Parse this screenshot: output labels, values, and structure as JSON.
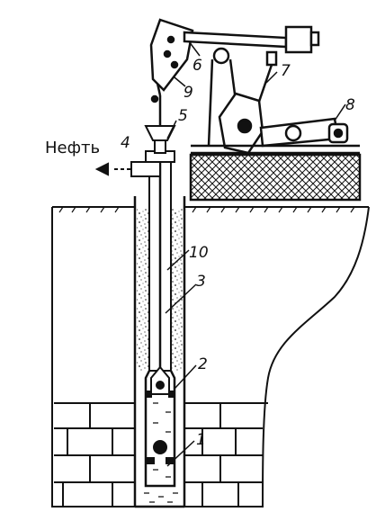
{
  "diagram": {
    "oil_label": "Нефть",
    "labels": {
      "l1": "1",
      "l2": "2",
      "l3": "3",
      "l4": "4",
      "l5": "5",
      "l6": "6",
      "l7": "7",
      "l8": "8",
      "l9": "9",
      "l10": "10"
    }
  },
  "colors": {
    "ink": "#111111",
    "paper": "#ffffff"
  }
}
